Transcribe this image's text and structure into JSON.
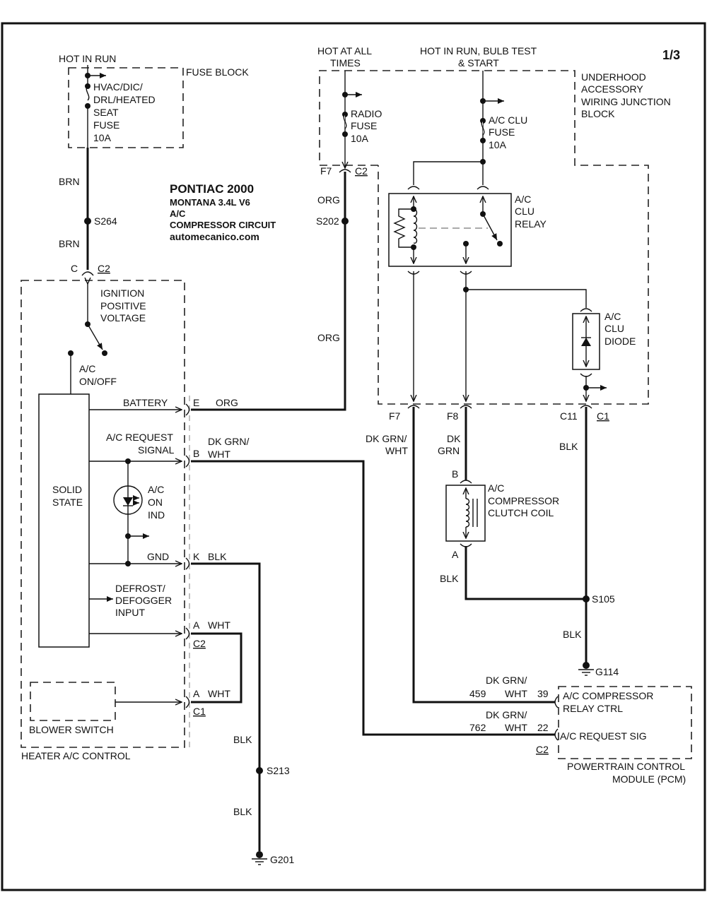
{
  "page": "1/3",
  "title": {
    "line1": "PONTIAC 2000",
    "line2": "MONTANA  3.4L  V6",
    "line3": "A/C",
    "line4": "COMPRESSOR CIRCUIT",
    "site": "automecanico.com"
  },
  "power_sources": {
    "hot_in_run": "HOT IN RUN",
    "hot_at_all_times": [
      "HOT AT ALL",
      "TIMES"
    ],
    "hot_in_run_bulb": [
      "HOT IN RUN, BULB TEST",
      "& START"
    ]
  },
  "fuse_block": {
    "label": "FUSE BLOCK",
    "fuse": [
      "HVAC/DIC/",
      "DRL/HEATED",
      "SEAT",
      "FUSE",
      "10A"
    ]
  },
  "underhood": {
    "label": [
      "UNDERHOOD",
      "ACCESSORY",
      "WIRING JUNCTION",
      "BLOCK"
    ],
    "radio_fuse": [
      "RADIO",
      "FUSE",
      "10A"
    ],
    "clu_fuse": [
      "A/C CLU",
      "FUSE",
      "10A"
    ],
    "relay": [
      "A/C",
      "CLU",
      "RELAY"
    ],
    "diode": [
      "A/C",
      "CLU",
      "DIODE"
    ]
  },
  "wires": {
    "brn1": "BRN",
    "brn2": "BRN",
    "org1": "ORG",
    "org2": "ORG",
    "org3": "ORG",
    "dkgrnwht_b": [
      "DK GRN/",
      "WHT"
    ],
    "blk_k": "BLK",
    "wht_a": "WHT",
    "wht_a2": "WHT",
    "blk_l1": "BLK",
    "blk_l2": "BLK",
    "f7_wire": [
      "DK GRN/",
      "WHT"
    ],
    "f8_wire": [
      "DK",
      "GRN"
    ],
    "c11_wire": "BLK",
    "coil_blk": "BLK",
    "s105_blk": "BLK",
    "pcm_w1": [
      "DK GRN/",
      "WHT"
    ],
    "pcm_w2": [
      "DK GRN/",
      "WHT"
    ],
    "circuit_459": "459",
    "circuit_762": "762"
  },
  "splices": {
    "s264": "S264",
    "s202": "S202",
    "s213": "S213",
    "s105": "S105"
  },
  "grounds": {
    "g201": "G201",
    "g114": "G114"
  },
  "connectors": {
    "c": "C",
    "c2_top": "C2",
    "f7_top": "F7",
    "c2_ujb": "C2",
    "f7": "F7",
    "f8": "F8",
    "c11": "C11",
    "c1_ujb": "C1",
    "e": "E",
    "b": "B",
    "k": "K",
    "a1": "A",
    "a2": "A",
    "c2_hvac": "C2",
    "c1_hvac": "C1",
    "coil_b": "B",
    "coil_a": "A",
    "pin39": "39",
    "pin22": "22",
    "c2_pcm": "C2"
  },
  "heater_control": {
    "label": "HEATER A/C CONTROL",
    "ignition": [
      "IGNITION",
      "POSITIVE",
      "VOLTAGE"
    ],
    "ac_onoff": [
      "A/C",
      "ON/OFF"
    ],
    "solid_state": [
      "SOLID",
      "STATE"
    ],
    "battery": "BATTERY",
    "request": [
      "A/C REQUEST",
      "SIGNAL"
    ],
    "indicator": [
      "A/C",
      "ON",
      "IND"
    ],
    "gnd": "GND",
    "defrost": [
      "DEFROST/",
      "DEFOGGER",
      "INPUT"
    ],
    "blower": "BLOWER SWITCH"
  },
  "clutch_coil": [
    "A/C",
    "COMPRESSOR",
    "CLUTCH COIL"
  ],
  "pcm": {
    "pin39_label": [
      "A/C COMPRESSOR",
      "RELAY CTRL"
    ],
    "pin22_label": "A/C REQUEST SIG",
    "name": [
      "POWERTRAIN CONTROL",
      "MODULE (PCM)"
    ]
  }
}
